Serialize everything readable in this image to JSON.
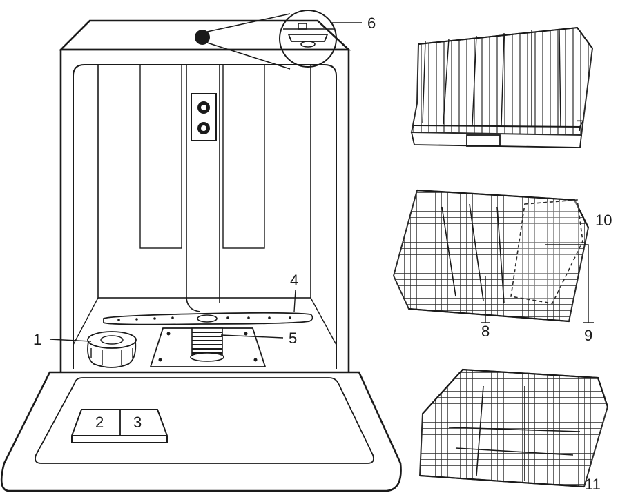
{
  "callouts": {
    "c1": "1",
    "c2": "2",
    "c3": "3",
    "c4": "4",
    "c5": "5",
    "c6": "6",
    "c7": "7",
    "c8": "8",
    "c9": "9",
    "c10": "10",
    "c11": "11"
  },
  "colors": {
    "line": "#1a1a1a",
    "background": "#ffffff",
    "rack": "#2a2a2a"
  }
}
